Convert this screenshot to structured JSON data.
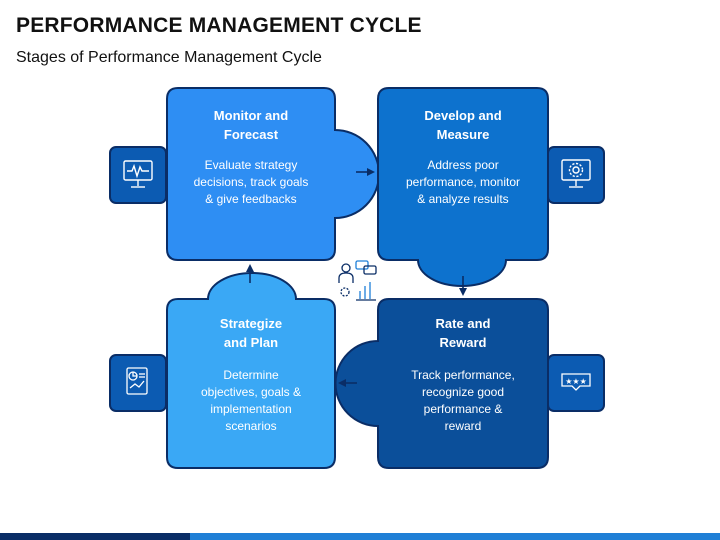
{
  "title": "PERFORMANCE MANAGEMENT CYCLE",
  "subtitle": "Stages of Performance Management Cycle",
  "colors": {
    "monitor": "#2E8EF3",
    "develop": "#0D72CE",
    "rate": "#0B4F9A",
    "strategize": "#3AA8F5",
    "outline": "#0A2D66",
    "icon_box": "#0C5BB2",
    "arrow": "#0A2D66"
  },
  "stages": [
    {
      "title": "Monitor and\nForecast",
      "body": "Evaluate strategy\ndecisions,  track goals\n& give feedbacks",
      "icon": "monitor-waveform-icon"
    },
    {
      "title": "Develop and\nMeasure",
      "body": "Address  poor\nperformance, monitor\n& analyze results",
      "icon": "monitor-gear-icon"
    },
    {
      "title": "Rate and\nReward",
      "body": "Track performance,\nrecognize good\nperformance &\nreward",
      "icon": "rating-stars-icon"
    },
    {
      "title": "Strategize\nand Plan",
      "body": "Determine\nobjectives, goals &\nimplementation\nscenarios",
      "icon": "strategy-chart-icon"
    }
  ],
  "center_icon": "presenter-chart-icon"
}
